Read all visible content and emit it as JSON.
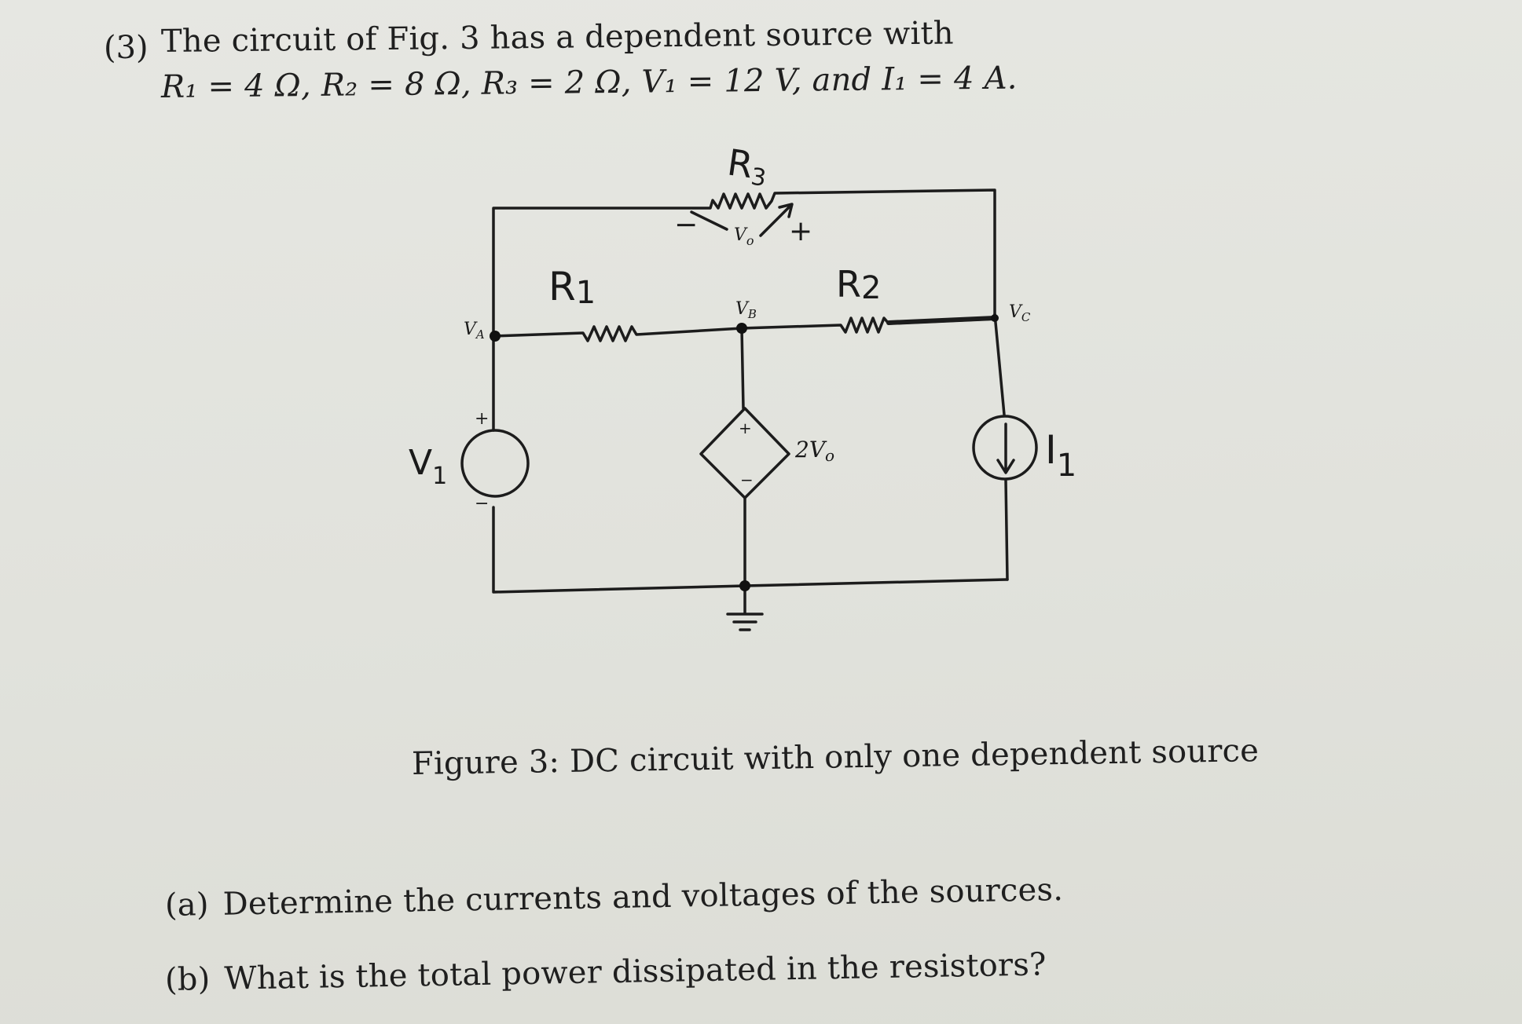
{
  "problem": {
    "number": "(3)",
    "intro": "The circuit of Fig. 3 has a dependent source with",
    "givens": "R₁ = 4 Ω, R₂ = 8 Ω, R₃ = 2 Ω, V₁ = 12 V, and I₁ = 4 A."
  },
  "figure": {
    "labels": {
      "r1": "R",
      "r1_sub": "1",
      "r2": "R",
      "r2_sub": "2",
      "r3": "R",
      "r3_sub": "3",
      "vo": "V",
      "vo_sub": "o",
      "vo_minus": "−",
      "vo_plus": "+",
      "va": "V",
      "va_sub": "A",
      "vb": "V",
      "vb_sub": "B",
      "vc": "V",
      "vc_sub": "C",
      "v1": "V",
      "v1_sub": "1",
      "v1_plus": "+",
      "v1_minus": "−",
      "dep_plus": "+",
      "dep_minus": "−",
      "dep_value": "2V",
      "dep_value_sub": "o",
      "i1": "I",
      "i1_sub": "1"
    },
    "caption": "Figure 3: DC circuit with only one dependent source"
  },
  "questions": [
    {
      "label": "(a)",
      "text": "Determine the currents and voltages of the sources."
    },
    {
      "label": "(b)",
      "text": "What is the total power dissipated in the resistors?"
    }
  ]
}
